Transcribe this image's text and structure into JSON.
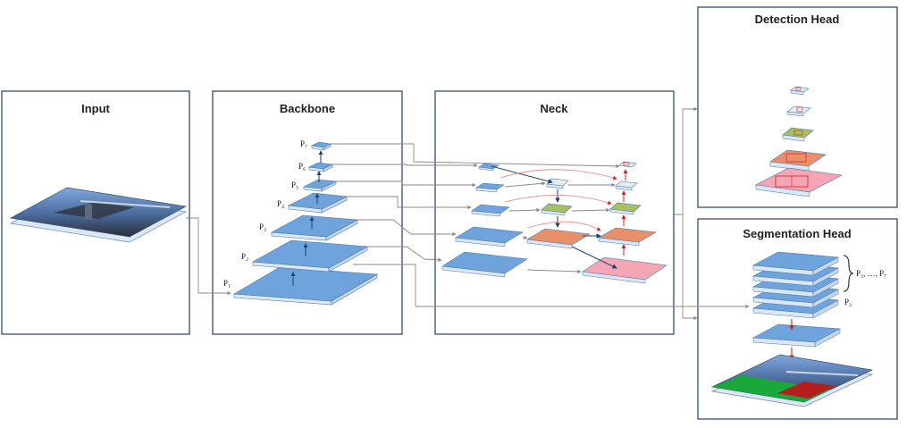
{
  "panels": {
    "input": "Input",
    "backbone": "Backbone",
    "neck": "Neck",
    "detection": "Detection Head",
    "segmentation": "Segmentation Head"
  },
  "backbone_levels": {
    "p1": "P₁",
    "p2": "P₂",
    "p3": "P₃",
    "p4": "P₄",
    "p5": "P₅",
    "p6": "P₆",
    "p7": "P₇"
  },
  "seg_labels": {
    "range": "P₃, …, P₇",
    "p2": "P₂"
  },
  "colors": {
    "panel_border": "#3d5a80",
    "plate_blue": "#6fa3dc",
    "plate_orange": "#e8906a",
    "plate_green": "#a8c060",
    "plate_pink": "#f4a6b4",
    "plate_light": "#e6eef8",
    "connector": "#8a8a8a",
    "red_arrow": "#d32020"
  }
}
